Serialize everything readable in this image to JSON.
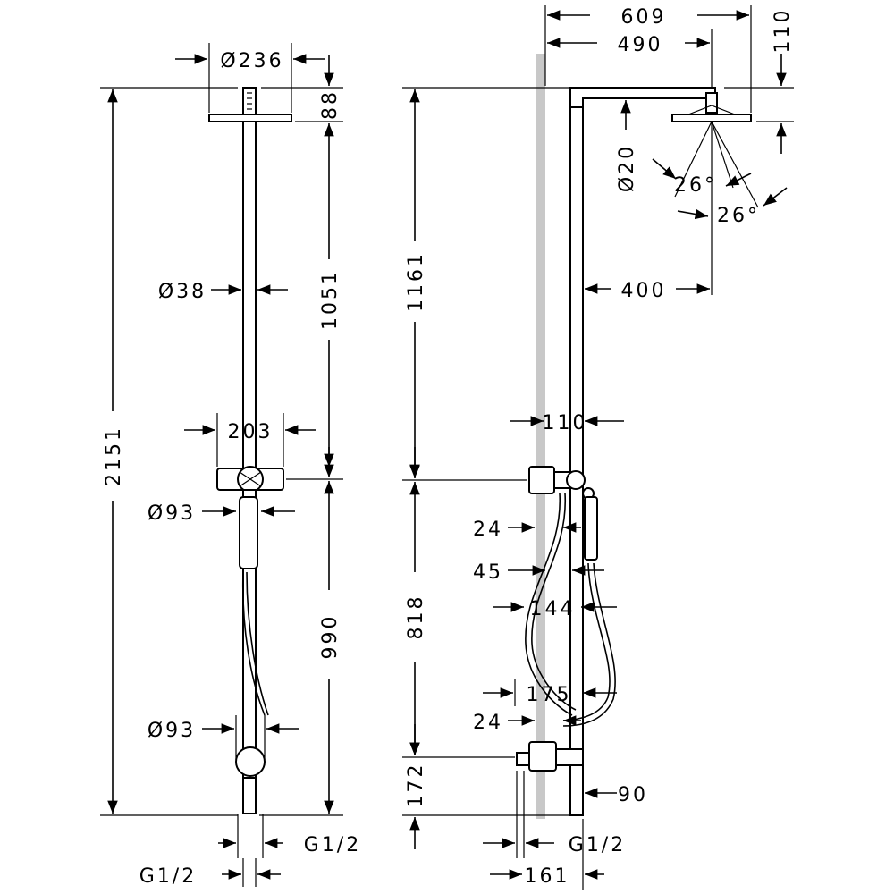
{
  "front_view": {
    "dim_head_diameter": "Ø236",
    "dim_head_height": "88",
    "dim_pipe_diameter": "Ø38",
    "dim_upper_rise": "1051",
    "dim_total_height": "2151",
    "dim_mixer_width": "203",
    "dim_handshower_diameter": "Ø93",
    "dim_holder_diameter": "Ø93",
    "dim_lower_height": "990",
    "dim_inlet_left": "G1/2",
    "dim_inlet_right": "G1/2"
  },
  "side_view": {
    "dim_total_reach": "609",
    "dim_arm_reach": "490",
    "dim_head_drop": "110",
    "dim_arm_diameter": "Ø20",
    "dim_tilt_angle_1": "26°",
    "dim_tilt_angle_2": "26°",
    "dim_pipe_to_head": "400",
    "dim_wall_to_pipe": "110",
    "dim_upper_height": "1161",
    "dim_mid_height": "818",
    "dim_bottom_height": "172",
    "dim_offset_24_top": "24",
    "dim_offset_45": "45",
    "dim_offset_144": "144",
    "dim_offset_175": "175",
    "dim_offset_24_bottom": "24",
    "dim_offset_90": "90",
    "dim_inlet": "G1/2",
    "dim_bottom_reach": "161"
  }
}
